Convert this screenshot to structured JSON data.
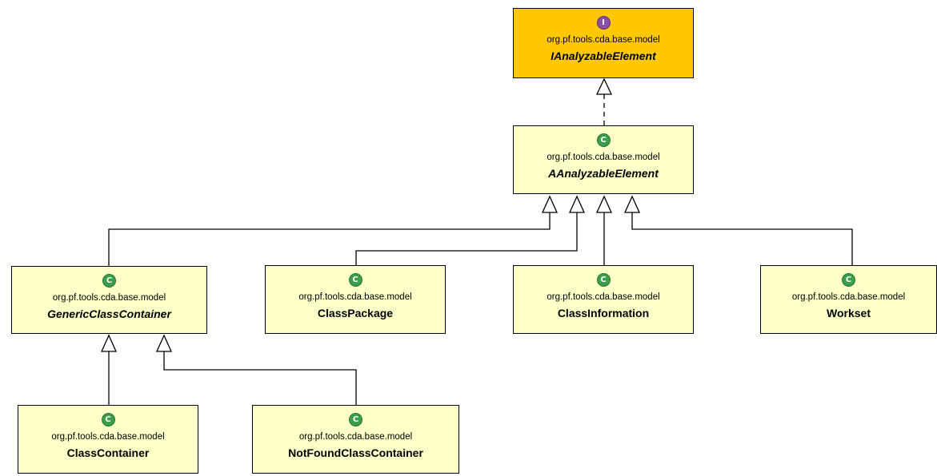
{
  "classes": [
    {
      "id": "IAnalyzableElement",
      "stereotype": "I",
      "package": "org.pf.tools.cda.base.model",
      "name": "IAnalyzableElement",
      "kind": "interface",
      "abstract": true
    },
    {
      "id": "AAnalyzableElement",
      "stereotype": "C",
      "package": "org.pf.tools.cda.base.model",
      "name": "AAnalyzableElement",
      "kind": "class",
      "abstract": true
    },
    {
      "id": "GenericClassContainer",
      "stereotype": "C",
      "package": "org.pf.tools.cda.base.model",
      "name": "GenericClassContainer",
      "kind": "class",
      "abstract": true
    },
    {
      "id": "ClassPackage",
      "stereotype": "C",
      "package": "org.pf.tools.cda.base.model",
      "name": "ClassPackage",
      "kind": "class",
      "abstract": false
    },
    {
      "id": "ClassInformation",
      "stereotype": "C",
      "package": "org.pf.tools.cda.base.model",
      "name": "ClassInformation",
      "kind": "class",
      "abstract": false
    },
    {
      "id": "Workset",
      "stereotype": "C",
      "package": "org.pf.tools.cda.base.model",
      "name": "Workset",
      "kind": "class",
      "abstract": false
    },
    {
      "id": "ClassContainer",
      "stereotype": "C",
      "package": "org.pf.tools.cda.base.model",
      "name": "ClassContainer",
      "kind": "class",
      "abstract": false
    },
    {
      "id": "NotFoundClassContainer",
      "stereotype": "C",
      "package": "org.pf.tools.cda.base.model",
      "name": "NotFoundClassContainer",
      "kind": "class",
      "abstract": false
    }
  ],
  "relations": [
    {
      "from": "AAnalyzableElement",
      "to": "IAnalyzableElement",
      "type": "realization"
    },
    {
      "from": "GenericClassContainer",
      "to": "AAnalyzableElement",
      "type": "generalization"
    },
    {
      "from": "ClassPackage",
      "to": "AAnalyzableElement",
      "type": "generalization"
    },
    {
      "from": "ClassInformation",
      "to": "AAnalyzableElement",
      "type": "generalization"
    },
    {
      "from": "Workset",
      "to": "AAnalyzableElement",
      "type": "generalization"
    },
    {
      "from": "ClassContainer",
      "to": "GenericClassContainer",
      "type": "generalization"
    },
    {
      "from": "NotFoundClassContainer",
      "to": "GenericClassContainer",
      "type": "generalization"
    }
  ],
  "footer": ""
}
